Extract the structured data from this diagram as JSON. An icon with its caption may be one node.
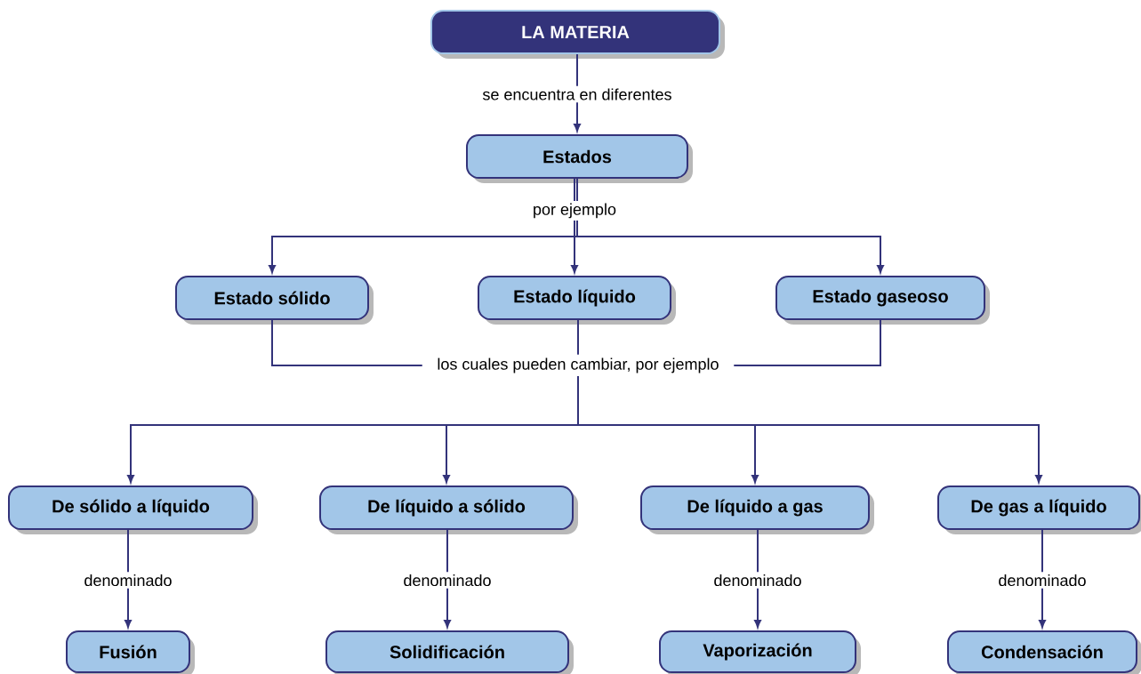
{
  "diagram": {
    "nodes": [
      {
        "text": [
          "LA MATERIA"
        ]
      },
      {
        "text": [
          "Estados"
        ]
      },
      {
        "text": [
          "Estado sólido"
        ]
      },
      {
        "text": [
          "Estado líquido"
        ]
      },
      {
        "text": [
          "Estado gaseoso"
        ]
      },
      {
        "text": [
          "los cuales pueden cambiar, por ejemplo"
        ]
      },
      {
        "text": [
          "De sólido a líquido"
        ]
      },
      {
        "text": [
          "De líquido a sólido"
        ]
      },
      {
        "text": [
          "De líquido a gas"
        ]
      },
      {
        "text": [
          "De gas a líquido"
        ]
      },
      {
        "text": [
          "Fusión"
        ]
      },
      {
        "text": [
          "Solidificación"
        ]
      },
      {
        "text": [
          "Vaporización"
        ]
      },
      {
        "text": [
          "Condensación"
        ]
      }
    ],
    "edges": [
      {
        "from": 0,
        "to": 1,
        "arrow": "to",
        "label": "se encuentra en diferentes"
      },
      {
        "from": 1,
        "to": 2,
        "arrow": "to"
      },
      {
        "from": 1,
        "to": 3,
        "arrow": "to",
        "label": "por ejemplo"
      },
      {
        "from": 1,
        "to": 4,
        "arrow": "to"
      },
      {
        "from": 2,
        "to": 5,
        "arrow": "none"
      },
      {
        "from": 3,
        "to": 5,
        "arrow": "none"
      },
      {
        "from": 4,
        "to": 5,
        "arrow": "none"
      },
      {
        "from": 5,
        "to": 6,
        "arrow": "to"
      },
      {
        "from": 5,
        "to": 7,
        "arrow": "to"
      },
      {
        "from": 5,
        "to": 8,
        "arrow": "to"
      },
      {
        "from": 5,
        "to": 9,
        "arrow": "to"
      },
      {
        "from": 6,
        "to": 10,
        "arrow": "to",
        "label": "denominado"
      },
      {
        "from": 7,
        "to": 11,
        "arrow": "to",
        "label": "denominado"
      },
      {
        "from": 8,
        "to": 12,
        "arrow": "to",
        "label": "denominado"
      },
      {
        "from": 9,
        "to": 13,
        "arrow": "to",
        "label": "denominado"
      }
    ]
  }
}
